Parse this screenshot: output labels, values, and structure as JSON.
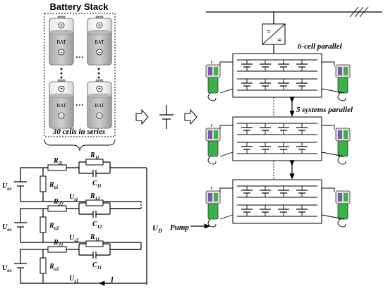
{
  "battery_stack": {
    "title": "Battery Stack",
    "cell_label": "BAT",
    "series_caption": "30 cells in series",
    "ellipsis": "…",
    "plus_symbol": "+",
    "minus_symbol": "−"
  },
  "circuit": {
    "voc_label": "U",
    "voc_sub": "oc",
    "ud_label": "U",
    "ud_sub": "D",
    "pump_label": "Pump",
    "current_label": "I",
    "stages": [
      {
        "r2": "R",
        "r2_sub": "2i",
        "r1": "R",
        "r1_sub": "1i",
        "c1": "C",
        "c1_sub": "1i",
        "ro": "R",
        "ro_sub": "oi",
        "us": "U",
        "us_sub": "si"
      },
      {
        "r2": "R",
        "r2_sub": "22",
        "r1": "R",
        "r1_sub": "12",
        "c1": "C",
        "c1_sub": "12",
        "ro": "R",
        "ro_sub": "o2",
        "us": "U",
        "us_sub": "s2"
      },
      {
        "r2": "R",
        "r2_sub": "21",
        "r1": "R",
        "r1_sub": "11",
        "c1": "C",
        "c1_sub": "11",
        "ro": "R",
        "ro_sub": "o1",
        "us": "U",
        "us_sub": "s1"
      }
    ]
  },
  "system": {
    "cell_parallel_label": "6-cell parallel",
    "systems_parallel_label": "5 systems parallel",
    "converter_top": "≈",
    "converter_bottom": "="
  },
  "colors": {
    "cell_fill": "#c8c8c8",
    "cell_empty": "#ffffff",
    "tank_green": "#3cb14a",
    "tank_purple": "#7a5aa8"
  }
}
